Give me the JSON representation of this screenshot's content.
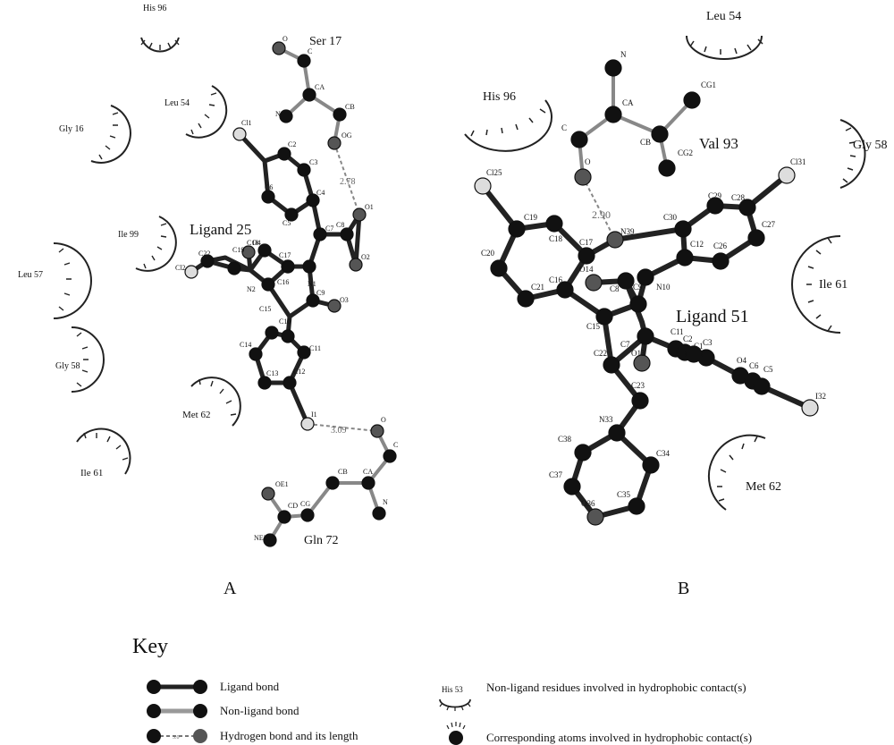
{
  "panels": [
    {
      "panel_label": "A",
      "ligand_label": "Ligand 25",
      "hydrogen_bonds": [
        "2.78",
        "3.09"
      ],
      "bonded_residues": [
        "Ser 17",
        "Gln 72"
      ],
      "hydrophobic_residues": [
        "His 96",
        "Leu 54",
        "Gly 16",
        "Ile 99",
        "Leu 57",
        "Gly 58",
        "Met 62",
        "Ile 61"
      ],
      "ligand_atoms": [
        "Cl1",
        "C2",
        "C3",
        "C4",
        "C5",
        "C6",
        "C7",
        "C8",
        "C9",
        "O1",
        "O2",
        "O3",
        "O4",
        "N1",
        "N2",
        "C10",
        "C11",
        "C12",
        "C13",
        "C14",
        "C15",
        "C16",
        "C17",
        "C18",
        "C19",
        "C22",
        "Cl2",
        "I1"
      ],
      "residue_atoms": [
        "O",
        "C",
        "CA",
        "N",
        "CB",
        "OG",
        "O",
        "C",
        "CA",
        "N",
        "CB",
        "CG",
        "CD",
        "OE1",
        "NE2"
      ]
    },
    {
      "panel_label": "B",
      "ligand_label": "Ligand 51",
      "hydrogen_bonds": [
        "2.90"
      ],
      "bonded_residues": [
        "Val 93"
      ],
      "hydrophobic_residues": [
        "Leu 54",
        "His 96",
        "Gly 58",
        "Ile 61",
        "Met 62"
      ],
      "ligand_atoms": [
        "Cl25",
        "C19",
        "C18",
        "C17",
        "N39",
        "C20",
        "C21",
        "C16",
        "O14",
        "C8",
        "C9",
        "N10",
        "C15",
        "C30",
        "C29",
        "C28",
        "C27",
        "C26",
        "C12",
        "Cl31",
        "C11",
        "C2",
        "C3",
        "C1",
        "O4",
        "C6",
        "C5",
        "I32",
        "C22",
        "C7",
        "O13",
        "C23",
        "N33",
        "C38",
        "C37",
        "O36",
        "C35",
        "C34"
      ],
      "residue_atoms": [
        "N",
        "CA",
        "C",
        "O",
        "CB",
        "CG1",
        "CG2"
      ]
    }
  ],
  "key": {
    "title": "Key",
    "items": [
      {
        "label": "Ligand bond"
      },
      {
        "label": "Non-ligand bond"
      },
      {
        "label": "Hydrogen bond and its length",
        "sample_length": "3.0"
      },
      {
        "label": "Non-ligand residues involved in hydrophobic contact(s)",
        "sample_residue": "His 53"
      },
      {
        "label": "Corresponding atoms involved in hydrophobic contact(s)"
      }
    ]
  }
}
